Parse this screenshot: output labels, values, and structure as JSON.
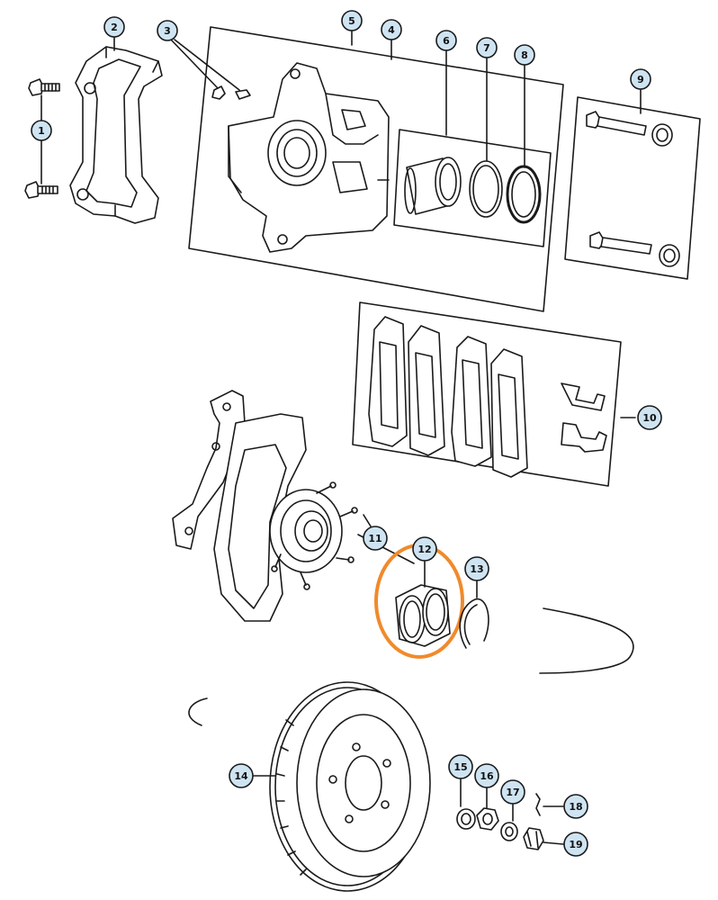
{
  "diagram": {
    "callouts": [
      {
        "id": "1",
        "label": "1"
      },
      {
        "id": "2",
        "label": "2"
      },
      {
        "id": "3",
        "label": "3"
      },
      {
        "id": "5",
        "label": "5"
      },
      {
        "id": "4",
        "label": "4"
      },
      {
        "id": "6",
        "label": "6"
      },
      {
        "id": "7",
        "label": "7"
      },
      {
        "id": "8",
        "label": "8"
      },
      {
        "id": "9",
        "label": "9"
      },
      {
        "id": "10",
        "label": "10"
      },
      {
        "id": "11",
        "label": "11"
      },
      {
        "id": "12",
        "label": "12",
        "highlighted": true
      },
      {
        "id": "13",
        "label": "13"
      },
      {
        "id": "14",
        "label": "14"
      },
      {
        "id": "15",
        "label": "15"
      },
      {
        "id": "16",
        "label": "16"
      },
      {
        "id": "17",
        "label": "17"
      },
      {
        "id": "18",
        "label": "18"
      },
      {
        "id": "19",
        "label": "19"
      }
    ]
  },
  "colors": {
    "line": "#1a1a1a",
    "callout_fill": "#cfe4f2",
    "highlight": "#f08a2c",
    "background": "#ffffff"
  }
}
